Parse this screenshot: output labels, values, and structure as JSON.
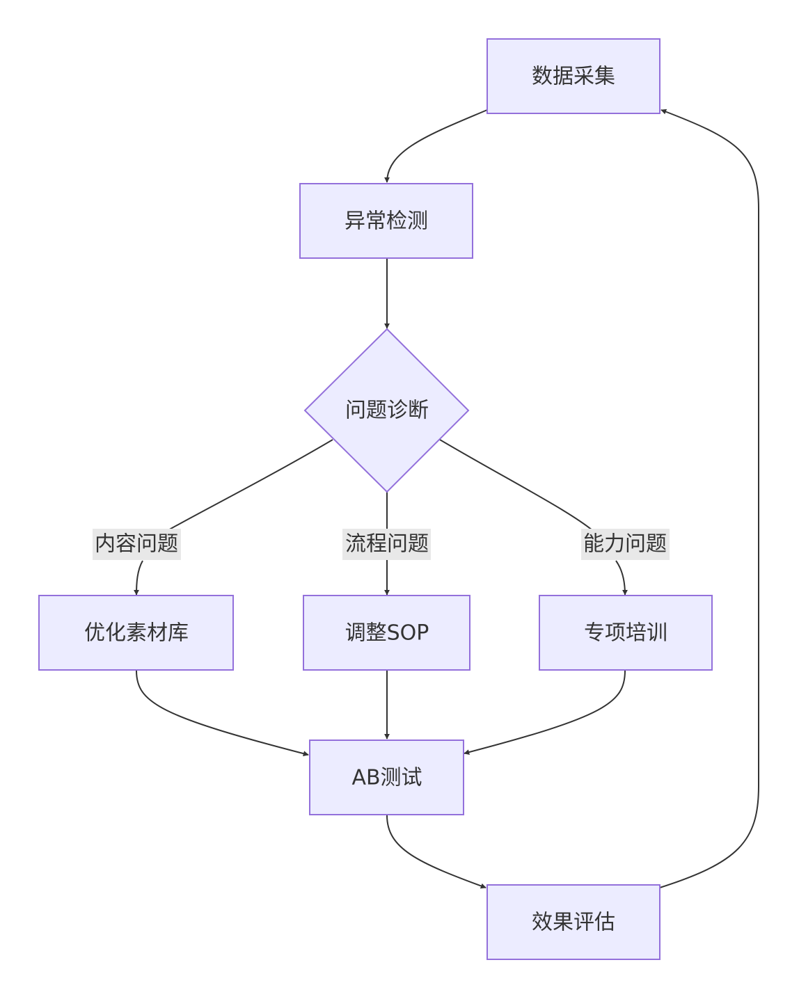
{
  "diagram": {
    "type": "flowchart",
    "nodes": {
      "collect": {
        "label": "数据采集",
        "shape": "rect"
      },
      "detect": {
        "label": "异常检测",
        "shape": "rect"
      },
      "diagnose": {
        "label": "问题诊断",
        "shape": "diamond"
      },
      "optimize": {
        "label": "优化素材库",
        "shape": "rect"
      },
      "sop": {
        "label": "调整SOP",
        "shape": "rect"
      },
      "training": {
        "label": "专项培训",
        "shape": "rect"
      },
      "abtest": {
        "label": "AB测试",
        "shape": "rect"
      },
      "evaluate": {
        "label": "效果评估",
        "shape": "rect"
      }
    },
    "edges": [
      {
        "from": "collect",
        "to": "detect",
        "label": ""
      },
      {
        "from": "detect",
        "to": "diagnose",
        "label": ""
      },
      {
        "from": "diagnose",
        "to": "optimize",
        "label": "内容问题"
      },
      {
        "from": "diagnose",
        "to": "sop",
        "label": "流程问题"
      },
      {
        "from": "diagnose",
        "to": "training",
        "label": "能力问题"
      },
      {
        "from": "optimize",
        "to": "abtest",
        "label": ""
      },
      {
        "from": "sop",
        "to": "abtest",
        "label": ""
      },
      {
        "from": "training",
        "to": "abtest",
        "label": ""
      },
      {
        "from": "abtest",
        "to": "evaluate",
        "label": ""
      },
      {
        "from": "evaluate",
        "to": "collect",
        "label": ""
      }
    ],
    "edge_labels": {
      "content": "内容问题",
      "process": "流程问题",
      "ability": "能力问题"
    },
    "colors": {
      "node_fill": "#ECECFF",
      "node_stroke": "#9370DB",
      "text": "#333333",
      "edge": "#333333",
      "label_bg": "#e8e8e8"
    }
  }
}
